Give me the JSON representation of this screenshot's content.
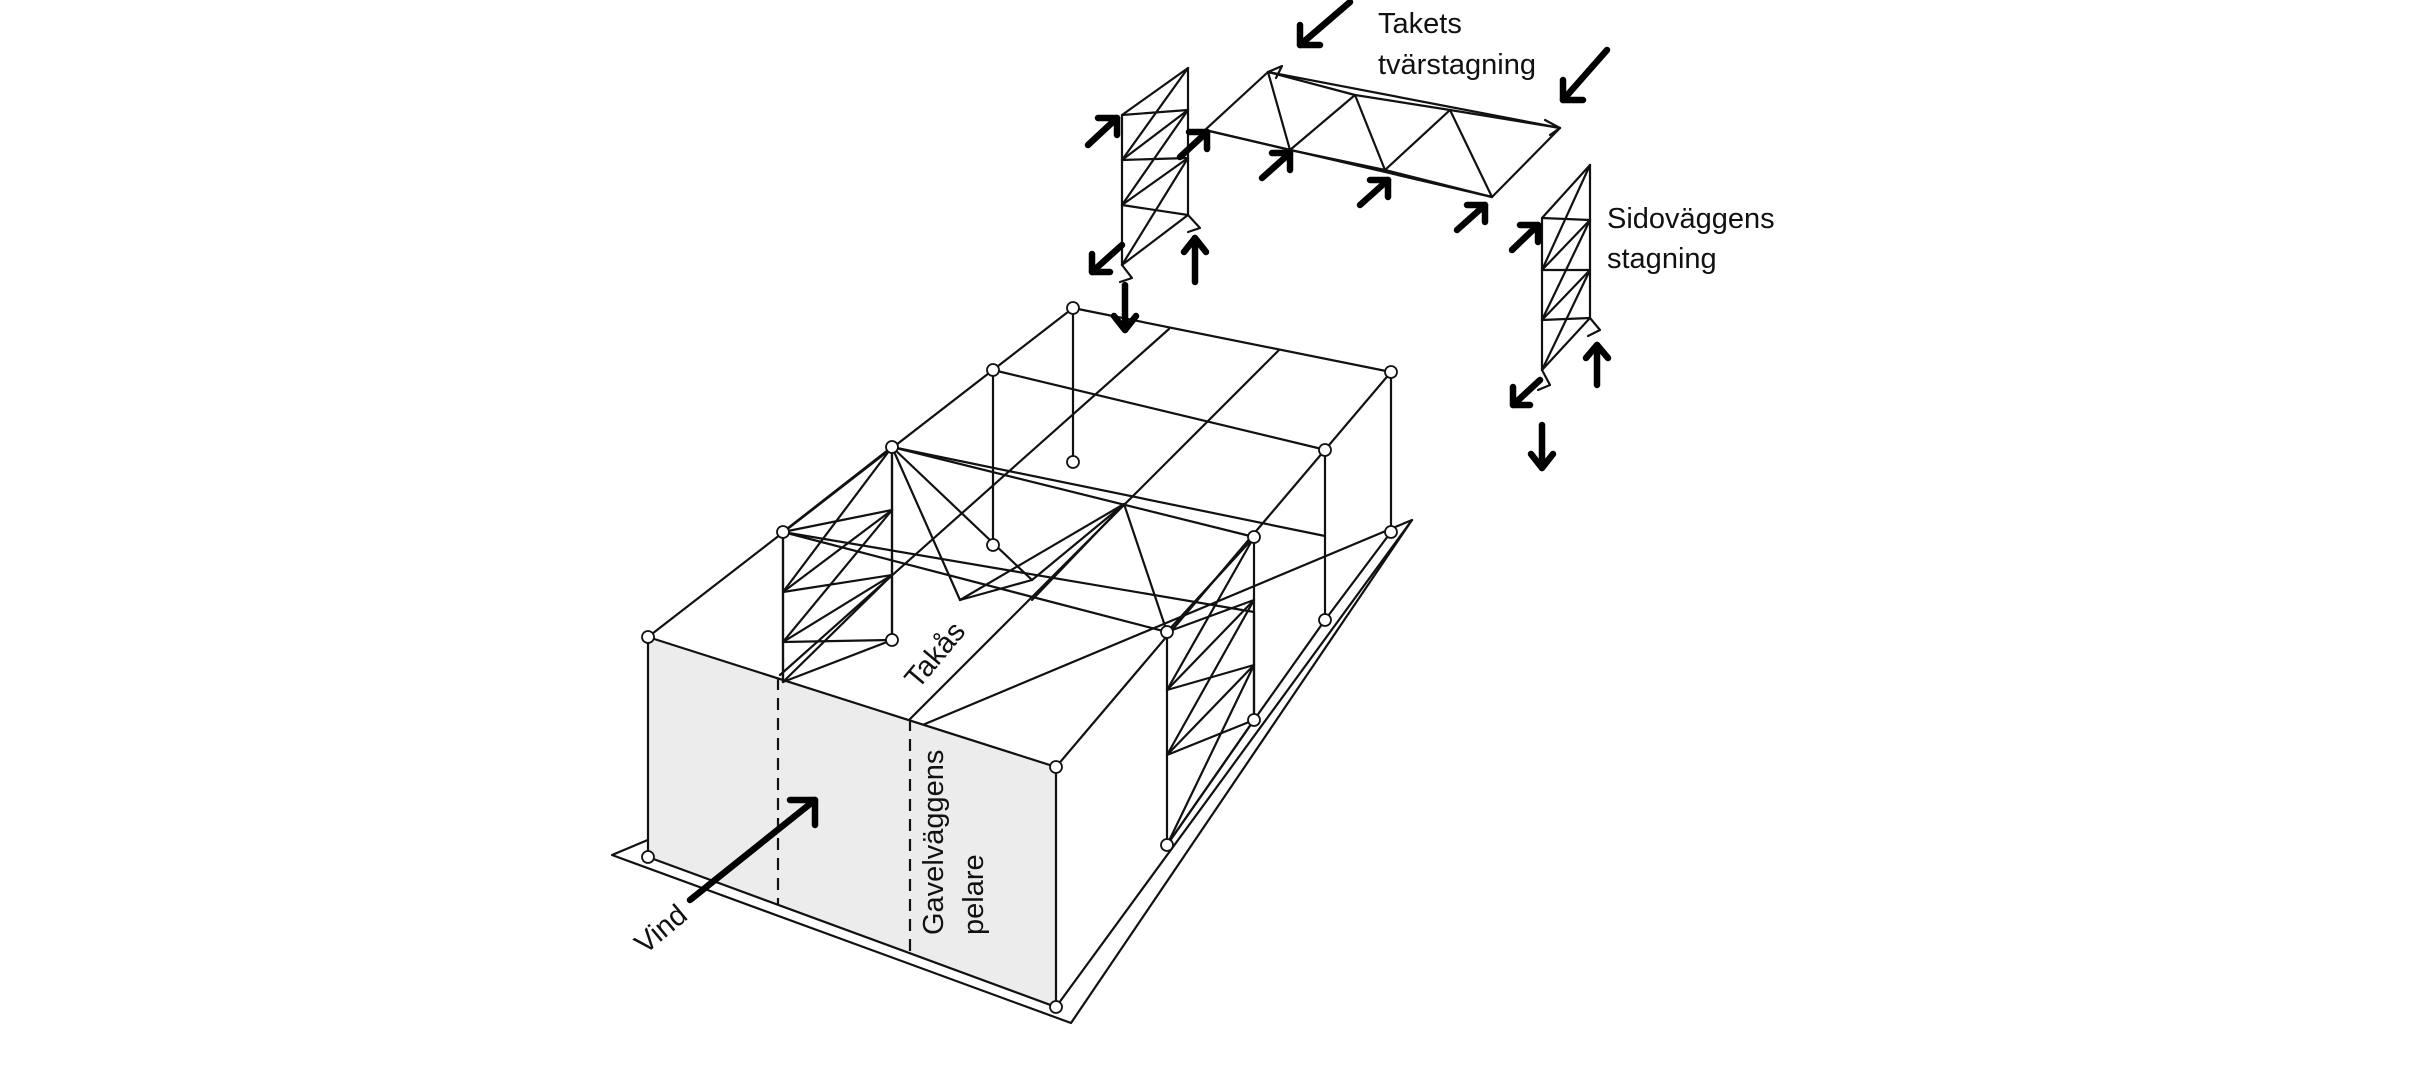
{
  "labels": {
    "roof_bracing_line1": "Takets",
    "roof_bracing_line2": "tvärstagning",
    "side_wall_bracing_line1": "Sidoväggens",
    "side_wall_bracing_line2": "stagning",
    "purlin": "Takås",
    "gable_column_line1": "Gavelväggens",
    "gable_column_line2": "pelare",
    "wind": "Vind"
  },
  "colors": {
    "line": "#111111",
    "gable_wall_fill": "#ececec",
    "background": "#ffffff"
  }
}
